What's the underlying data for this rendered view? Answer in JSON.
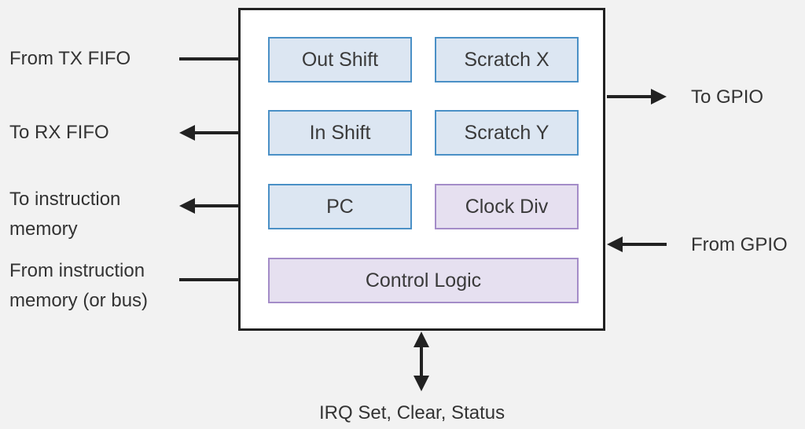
{
  "colors": {
    "background": "#f2f2f2",
    "machine_fill": "#ffffff",
    "machine_border": "#222222",
    "register_fill": "#dce6f2",
    "register_border": "#4a90c6",
    "logic_fill": "#e6e0f0",
    "logic_border": "#a48cc8",
    "arrow": "#222222"
  },
  "blocks": {
    "out_shift": "Out Shift",
    "scratch_x": "Scratch X",
    "in_shift": "In Shift",
    "scratch_y": "Scratch Y",
    "pc": "PC",
    "clock_div": "Clock Div",
    "control_logic": "Control Logic"
  },
  "labels": {
    "from_tx_fifo": "From TX FIFO",
    "to_rx_fifo": "To RX FIFO",
    "to_instruction_memory": [
      "To instruction",
      "memory"
    ],
    "from_instruction_memory": [
      "From instruction",
      "memory (or bus)"
    ],
    "to_gpio": "To GPIO",
    "from_gpio": "From GPIO",
    "irq": "IRQ Set, Clear, Status"
  }
}
